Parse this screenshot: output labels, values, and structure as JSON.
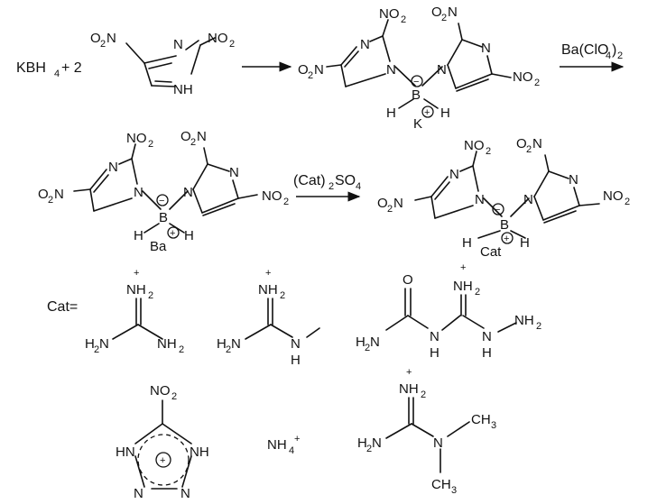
{
  "reaction": {
    "reagent_kbh4": "KBH",
    "reagent_kbh4_sub": "4",
    "reagent_plus2": "+ 2",
    "step2_reagent": "Ba(ClO",
    "step2_reagent_sub": "4",
    "step2_reagent_end": ")",
    "step2_reagent_sub2": "2",
    "step3_reagent": "(Cat)",
    "step3_reagent_sub": "2",
    "step3_reagent_end": "SO",
    "step3_reagent_sub2": "4"
  },
  "atoms": {
    "N": "N",
    "NH": "NH",
    "HN": "HN",
    "H": "H",
    "B": "B",
    "O": "O",
    "NO": "NO",
    "O2N": "O",
    "two": "2",
    "K": "K",
    "Ba": "Ba",
    "Cat": "Cat",
    "plus": "+",
    "minus": "−",
    "CH": "CH",
    "three": "3",
    "NH2": "NH",
    "H2N": "H",
    "NH4": "NH",
    "four": "4"
  },
  "cation_label": "Cat="
}
